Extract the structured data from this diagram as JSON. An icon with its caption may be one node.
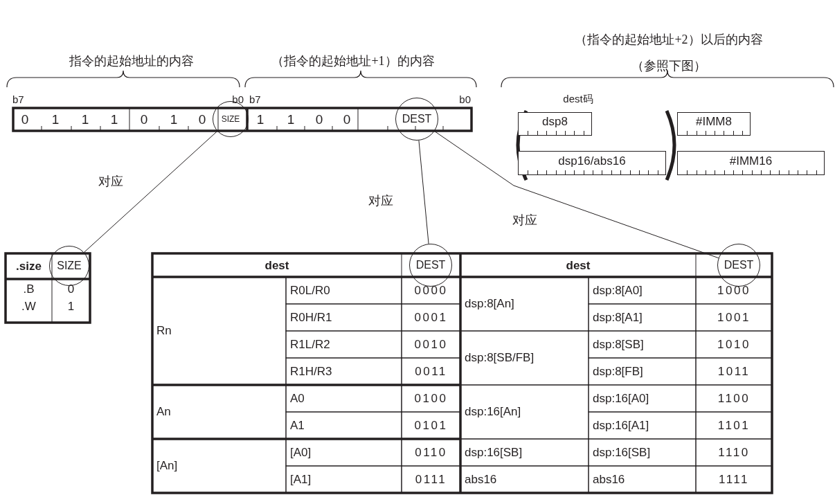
{
  "diagram": {
    "nodes": [
      {
        "text": [
          "SIZE"
        ]
      },
      {
        "text": [
          "DEST"
        ]
      },
      {
        "text": [
          "SIZE"
        ]
      },
      {
        "text": [
          "DEST"
        ]
      },
      {
        "text": [
          "DEST"
        ]
      },
      {
        "text": [
          "dsp8"
        ]
      },
      {
        "text": [
          "#IMM8"
        ]
      },
      {
        "text": [
          "dsp16/abs16"
        ]
      },
      {
        "text": [
          "#IMM16"
        ]
      }
    ],
    "edges": [
      {
        "from": 0,
        "to": 2,
        "arrow": "none",
        "label": "对应"
      },
      {
        "from": 1,
        "to": 3,
        "arrow": "none",
        "label": "对应"
      },
      {
        "from": 1,
        "to": 4,
        "arrow": "none",
        "label": "对应"
      }
    ],
    "labels": [
      "指令的起始地址的内容",
      "（指令的起始地址+1）的内容",
      "（指令的起始地址+2）以后的内容（参照下图）",
      "b7",
      "b0",
      "b7",
      "b0",
      "dest码",
      "0",
      "1",
      "1",
      "1",
      "0",
      "1",
      "0",
      "1",
      "1",
      "0",
      "0",
      ".size",
      ".B",
      "0",
      ".W",
      "1",
      "dest",
      "dest",
      "Rn",
      "R0L/R0",
      "0000",
      "dsp:8[An]",
      "dsp:8[A0]",
      "1000",
      "R0H/R1",
      "0001",
      "dsp:8[A1]",
      "1001",
      "R1L/R2",
      "0010",
      "dsp:8[SB/FB]",
      "dsp:8[SB]",
      "1010",
      "R1H/R3",
      "0011",
      "dsp:8[FB]",
      "1011",
      "An",
      "A0",
      "0100",
      "dsp:16[An]",
      "dsp:16[A0]",
      "1100",
      "A1",
      "0101",
      "dsp:16[A1]",
      "1101",
      "[An]",
      "[A0]",
      "0110",
      "dsp:16[SB]",
      "dsp:16[SB]",
      "1110",
      "[A1]",
      "0111",
      "abs16",
      "abs16",
      "1111"
    ]
  }
}
